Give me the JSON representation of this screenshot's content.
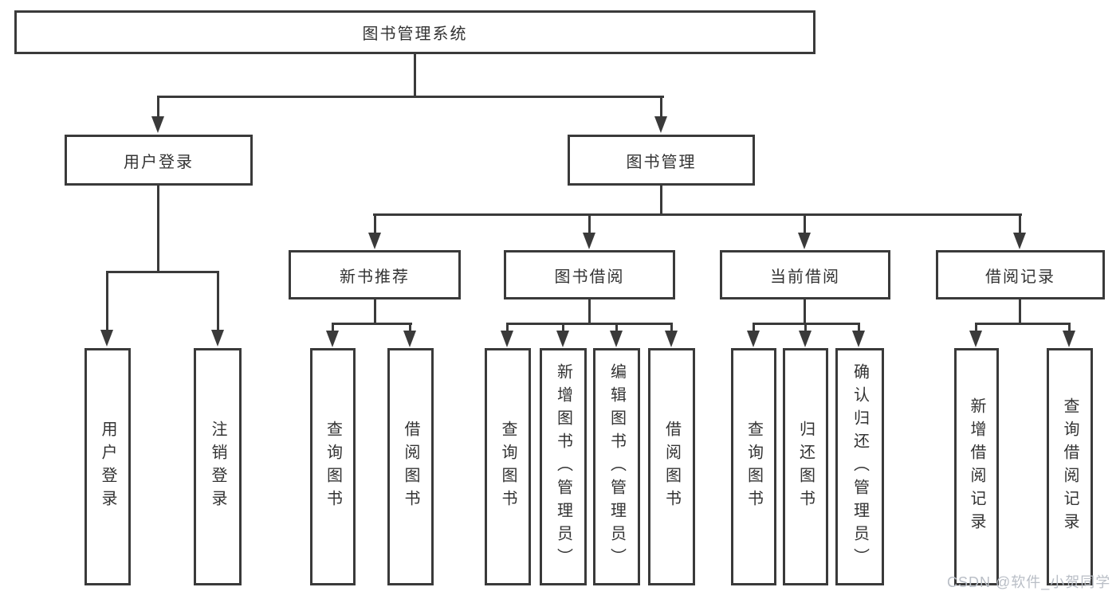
{
  "diagram": {
    "root": {
      "label": "图书管理系统"
    },
    "branches": [
      {
        "label": "用户登录",
        "children": [
          {
            "label": "用户登录"
          },
          {
            "label": "注销登录"
          }
        ]
      },
      {
        "label": "图书管理",
        "children": [
          {
            "label": "新书推荐",
            "children": [
              {
                "label": "查询图书"
              },
              {
                "label": "借阅图书"
              }
            ]
          },
          {
            "label": "图书借阅",
            "children": [
              {
                "label": "查询图书"
              },
              {
                "label": "新增图书（管理员）"
              },
              {
                "label": "编辑图书（管理员）"
              },
              {
                "label": "借阅图书"
              }
            ]
          },
          {
            "label": "当前借阅",
            "children": [
              {
                "label": "查询图书"
              },
              {
                "label": "归还图书"
              },
              {
                "label": "确认归还（管理员）"
              }
            ]
          },
          {
            "label": "借阅记录",
            "children": [
              {
                "label": "新增借阅记录"
              },
              {
                "label": "查询借阅记录"
              }
            ]
          }
        ]
      }
    ]
  },
  "watermark": {
    "text": "CSDN @软件_小贺同学"
  },
  "colors": {
    "line": "#3a3a3a",
    "box_border": "#3a3a3a",
    "text": "#333333",
    "watermark": "#b9bec6",
    "background": "#ffffff"
  }
}
